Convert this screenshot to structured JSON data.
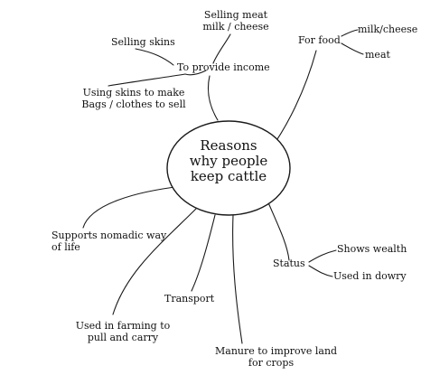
{
  "center": {
    "line1": "Reasons",
    "line2": "why people",
    "line3": "keep cattle"
  },
  "branches": {
    "income": "To provide income",
    "selling_skins": "Selling skins",
    "selling_meat_1": "Selling meat",
    "selling_meat_2": "milk / cheese",
    "skins_make_1": "Using skins to make",
    "skins_make_2": "Bags / clothes to sell",
    "food": "For food",
    "milk_cheese": "milk/cheese",
    "meat": "meat",
    "nomadic_1": "Supports nomadic way",
    "nomadic_2": "of life",
    "farming_1": "Used in farming to",
    "farming_2": "pull and carry",
    "transport": "Transport",
    "manure_1": "Manure to improve land",
    "manure_2": "for crops",
    "status": "Status",
    "wealth": "Shows wealth",
    "dowry": "Used in dowry"
  }
}
